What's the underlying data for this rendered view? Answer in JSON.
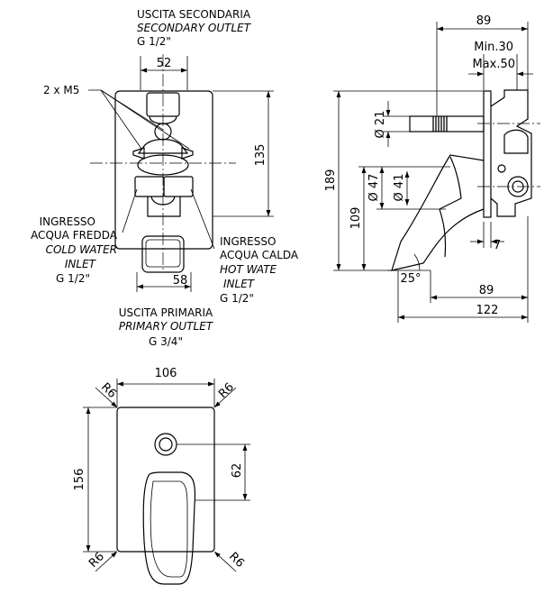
{
  "labels": {
    "secondary_outlet": {
      "line1": "USCITA SECONDARIA",
      "line2": "SECONDARY OUTLET",
      "line3": "G 1/2\""
    },
    "screws": "2 x M5",
    "cold_inlet": {
      "line1": "INGRESSO",
      "line2": "ACQUA FREDDA",
      "line3": "COLD WATER",
      "line4": "INLET",
      "line5": "G 1/2\""
    },
    "hot_inlet": {
      "line1": "INGRESSO",
      "line2": "ACQUA CALDA",
      "line3": "HOT WATE",
      "line4": "INLET",
      "line5": "G 1/2\""
    },
    "primary_outlet": {
      "line1": "USCITA PRIMARIA",
      "line2": "PRIMARY OUTLET",
      "line3": "G 3/4\""
    },
    "wall_min": "Min.30",
    "wall_max": "Max.50"
  },
  "dimensions": {
    "front_52": "52",
    "front_135": "135",
    "front_58": "58",
    "side_89_top": "89",
    "side_189": "189",
    "side_109": "109",
    "side_d21": "Ø 21",
    "side_d47": "Ø 47",
    "side_d41": "Ø 41",
    "side_7": "7",
    "side_angle": "25°",
    "side_89_bottom": "89",
    "side_122": "122",
    "plate_106": "106",
    "plate_156": "156",
    "plate_62": "62",
    "radius_tl": "R6",
    "radius_tr": "R6",
    "radius_bl": "R6",
    "radius_br": "R6"
  }
}
